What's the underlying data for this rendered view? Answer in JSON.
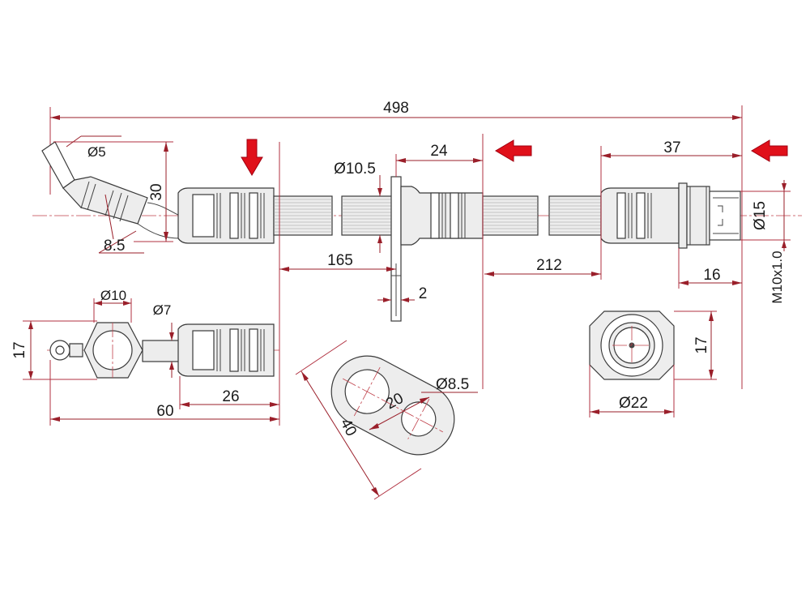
{
  "dimensions": {
    "overall_length": "498",
    "banjo_hole_dia": "Ø5",
    "banjo_height": "30",
    "banjo_offset": "8.5",
    "hose_dia": "Ø10.5",
    "bracket_width": "24",
    "end_fitting_len": "37",
    "section_165": "165",
    "bracket_thickness": "2",
    "section_212": "212",
    "thread_len": "16",
    "nut_dia": "Ø15",
    "thread": "M10x1.0",
    "eye_dia": "Ø10",
    "tube_dia": "Ø7",
    "eye_height": "17",
    "fitting_len_26": "26",
    "fitting_len_60": "60",
    "plate_hole_dia": "Ø8.5",
    "plate_spacing": "20",
    "plate_length": "40",
    "nut_height": "17",
    "nut_width": "Ø22"
  },
  "colors": {
    "arrow": "#e0101a",
    "dimension_line": "#9a1f2a",
    "part_fill": "#ededed"
  },
  "icons": [
    "arrow-down-icon",
    "arrow-left-icon",
    "arrow-left-icon"
  ]
}
